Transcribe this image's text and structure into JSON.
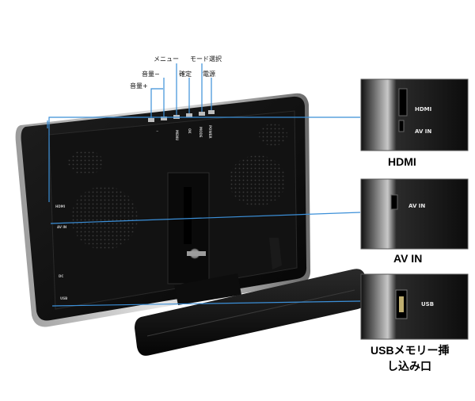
{
  "top_labels": {
    "menu": "メニュー",
    "mode_select": "モード選択",
    "volume_down": "音量−",
    "confirm": "確定",
    "power_label": "電源",
    "volume_up": "音量+"
  },
  "device_markings": {
    "minus": "−",
    "menu": "MENU",
    "ok": "OK",
    "mode": "MODE",
    "power": "POWER",
    "hdmi": "HDMI",
    "av": "AV IN",
    "dc": "DC",
    "usb": "USB"
  },
  "insets": [
    {
      "port_text_1": "HDMI",
      "port_text_2": "AV IN",
      "caption": "HDMI"
    },
    {
      "port_text_1": "AV IN",
      "caption": "AV IN"
    },
    {
      "port_text_1": "USB",
      "caption_line1": "USBメモリー挿",
      "caption_line2": "し込み口"
    }
  ],
  "colors": {
    "callout_line": "#3b8fd8",
    "device_body": "#141414"
  }
}
